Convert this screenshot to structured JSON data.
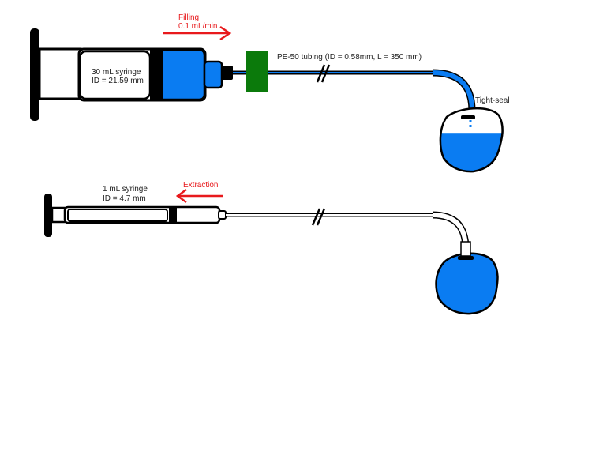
{
  "colors": {
    "fluid": "#0a7cf2",
    "outline": "#000000",
    "connector": "#0b7a0b",
    "arrow": "#e8191c",
    "background": "#ffffff"
  },
  "setup_top": {
    "flow_label_line1": "Filling",
    "flow_label_line2": "0.1 mL/min",
    "flow_direction": "right",
    "syringe_label_line1": "30 mL syringe",
    "syringe_label_line2": "ID = 21.59 mm",
    "tubing_label": "PE-50 tubing (ID = 0.58mm, L = 350 mm)",
    "seal_label": "Tight-seal",
    "fluid_level": 0.6
  },
  "setup_bottom": {
    "flow_label": "Extraction",
    "flow_direction": "left",
    "syringe_label_line1": "1 mL syringe",
    "syringe_label_line2": "ID = 4.7 mm",
    "fluid_level": 1.0
  }
}
